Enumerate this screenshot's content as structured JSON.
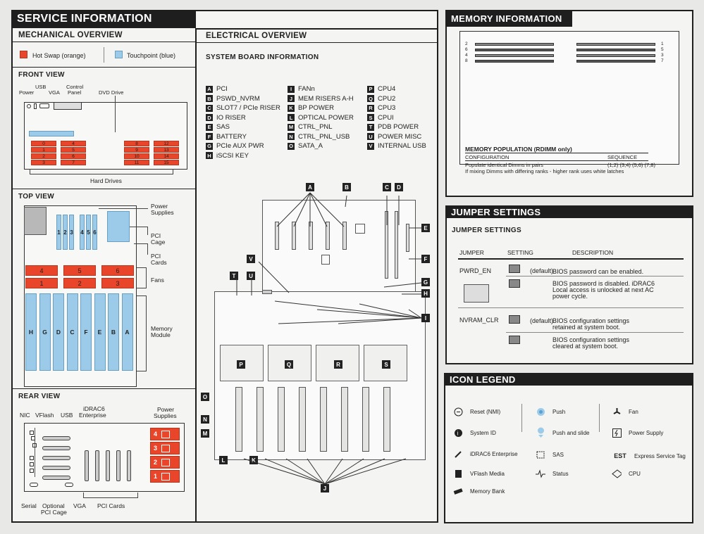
{
  "service": {
    "title": "SERVICE INFORMATION",
    "mechanical": {
      "title": "MECHANICAL OVERVIEW",
      "legend_hot": "Hot Swap (orange)",
      "legend_touch": "Touchpoint (blue)"
    },
    "front": {
      "title": "FRONT VIEW",
      "usb": "USB",
      "control_panel_1": "Control",
      "control_panel_2": "Panel",
      "power": "Power",
      "vga": "VGA",
      "dvd": "DVD Drive",
      "hard_drives": "Hard Drives",
      "left_drives": [
        "0",
        "4",
        "1",
        "5",
        "2",
        "6",
        "3",
        "7"
      ],
      "right_drives": [
        "8",
        "12",
        "9",
        "13",
        "10",
        "14",
        "11",
        "15"
      ]
    },
    "top": {
      "title": "TOP VIEW",
      "power_supplies_1": "Power",
      "power_supplies_2": "Supplies",
      "pci_cage_1": "PCI",
      "pci_cage_2": "Cage",
      "pci_cards_1": "PCI",
      "pci_cards_2": "Cards",
      "fans_label": "Fans",
      "memory_1": "Memory",
      "memory_2": "Module",
      "pci_slots": [
        "1",
        "2",
        "3",
        "4",
        "5",
        "6"
      ],
      "fans": [
        "4",
        "5",
        "6",
        "1",
        "2",
        "3"
      ],
      "memory_modules": [
        "H",
        "G",
        "D",
        "C",
        "F",
        "E",
        "B",
        "A"
      ]
    },
    "rear": {
      "title": "REAR VIEW",
      "nic": "NIC",
      "vflash": "VFlash",
      "usb": "USB",
      "idrac_1": "iDRAC6",
      "idrac_2": "Enterprise",
      "power_1": "Power",
      "power_2": "Supplies",
      "serial": "Serial",
      "optional_1": "Optional",
      "optional_2": "PCI Cage",
      "vga": "VGA",
      "pci_cards": "PCI Cards",
      "psus": [
        "4",
        "3",
        "2",
        "1"
      ]
    }
  },
  "electrical": {
    "title": "ELECTRICAL OVERVIEW",
    "subtitle": "SYSTEM BOARD INFORMATION",
    "col1": [
      {
        "k": "A",
        "v": "PCI"
      },
      {
        "k": "B",
        "v": "PSWD_NVRM"
      },
      {
        "k": "C",
        "v": "SLOT7 / PCIe RISER"
      },
      {
        "k": "D",
        "v": "IO RISER"
      },
      {
        "k": "E",
        "v": "SAS"
      },
      {
        "k": "F",
        "v": "BATTERY"
      },
      {
        "k": "G",
        "v": "PCIe AUX PWR"
      },
      {
        "k": "H",
        "v": "iSCSI KEY"
      }
    ],
    "col2": [
      {
        "k": "I",
        "v": "FANn"
      },
      {
        "k": "J",
        "v": "MEM RISERS A-H"
      },
      {
        "k": "K",
        "v": "BP POWER"
      },
      {
        "k": "L",
        "v": "OPTICAL POWER"
      },
      {
        "k": "M",
        "v": "CTRL_PNL"
      },
      {
        "k": "N",
        "v": "CTRL_PNL_USB"
      },
      {
        "k": "O",
        "v": "SATA_A"
      }
    ],
    "col3": [
      {
        "k": "P",
        "v": "CPU4"
      },
      {
        "k": "Q",
        "v": "CPU2"
      },
      {
        "k": "R",
        "v": "CPU3"
      },
      {
        "k": "S",
        "v": "CPUI"
      },
      {
        "k": "T",
        "v": "PDB POWER"
      },
      {
        "k": "U",
        "v": "POWER MISC"
      },
      {
        "k": "V",
        "v": "INTERNAL USB"
      }
    ],
    "board_marks": {
      "A": "A",
      "B": "B",
      "C": "C",
      "D": "D",
      "E": "E",
      "F": "F",
      "G": "G",
      "H": "H",
      "I": "I",
      "J": "J",
      "K": "K",
      "L": "L",
      "M": "M",
      "N": "N",
      "O": "O",
      "P": "P",
      "Q": "Q",
      "R": "R",
      "S": "S",
      "T": "T",
      "U": "U",
      "V": "V"
    }
  },
  "memory": {
    "title": "MEMORY INFORMATION",
    "left_nums": [
      "2",
      "6",
      "4",
      "8"
    ],
    "right_nums": [
      "1",
      "5",
      "3",
      "7"
    ],
    "population_title": "MEMORY POPULATION (RDIMM only)",
    "config_header": "CONFIGURATION",
    "sequence_header": "SEQUENCE",
    "config_line1": "Populate identical Dimms in pairs",
    "sequence_value": "(1,2) (3,4) (5,6) (7,8)",
    "config_line2": "If mixing Dimms with differing ranks - higher rank uses white latches"
  },
  "jumper": {
    "bar_title": "JUMPER SETTINGS",
    "title": "JUMPER SETTINGS",
    "headers": {
      "jumper": "JUMPER",
      "setting": "SETTING",
      "description": "DESCRIPTION"
    },
    "pwrd": "PWRD_EN",
    "nvram": "NVRAM_CLR",
    "default1": "(default)",
    "default2": "(default)",
    "desc1": "BIOS password can be enabled.",
    "desc2a": "BIOS password is disabled. iDRAC6",
    "desc2b": "Local access is unlocked at next AC",
    "desc2c": "power cycle.",
    "desc3a": "BIOS configuration settings",
    "desc3b": "retained at system boot.",
    "desc4a": "BIOS configuration settings",
    "desc4b": "cleared at system boot."
  },
  "icons": {
    "title": "ICON LEGEND",
    "reset": "Reset (NMI)",
    "system_id": "System ID",
    "idrac": "iDRAC6 Enterprise",
    "vflash": "VFlash Media",
    "memory_bank": "Memory Bank",
    "push": "Push",
    "push_slide": "Push and slide",
    "sas": "SAS",
    "status": "Status",
    "fan": "Fan",
    "power_supply": "Power Supply",
    "est_glyph": "EST",
    "express_tag": "Express Service Tag",
    "cpu": "CPU"
  },
  "colors": {
    "hot_swap": "#e8452a",
    "touchpoint": "#9ccbea",
    "bar": "#1e1e1e",
    "panel": "#f4f4f2"
  }
}
